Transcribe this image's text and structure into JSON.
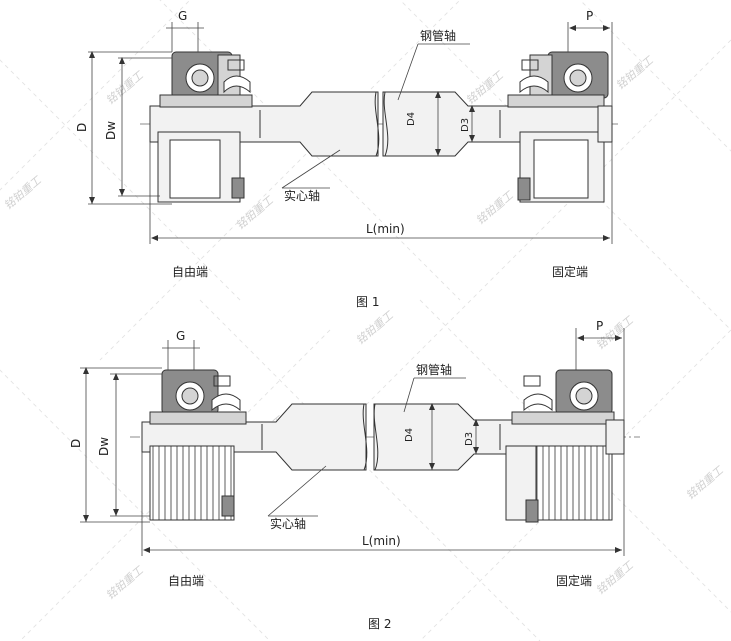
{
  "watermark": "铭铂重工",
  "figures": [
    {
      "caption": "图 1",
      "labels": {
        "tube": "钢管轴",
        "solid": "实心轴",
        "free_end": "自由端",
        "fixed_end": "固定端"
      },
      "dims": {
        "G": "G",
        "P": "P",
        "D": "D",
        "Dw": "Dw",
        "D4": "D4",
        "D3": "D3",
        "L": "L(min)"
      }
    },
    {
      "caption": "图 2",
      "labels": {
        "tube": "钢管轴",
        "solid": "实心轴",
        "free_end": "自由端",
        "fixed_end": "固定端"
      },
      "dims": {
        "G": "G",
        "P": "P",
        "D": "D",
        "Dw": "Dw",
        "D4": "D4",
        "D3": "D3",
        "L": "L(min)"
      }
    }
  ]
}
